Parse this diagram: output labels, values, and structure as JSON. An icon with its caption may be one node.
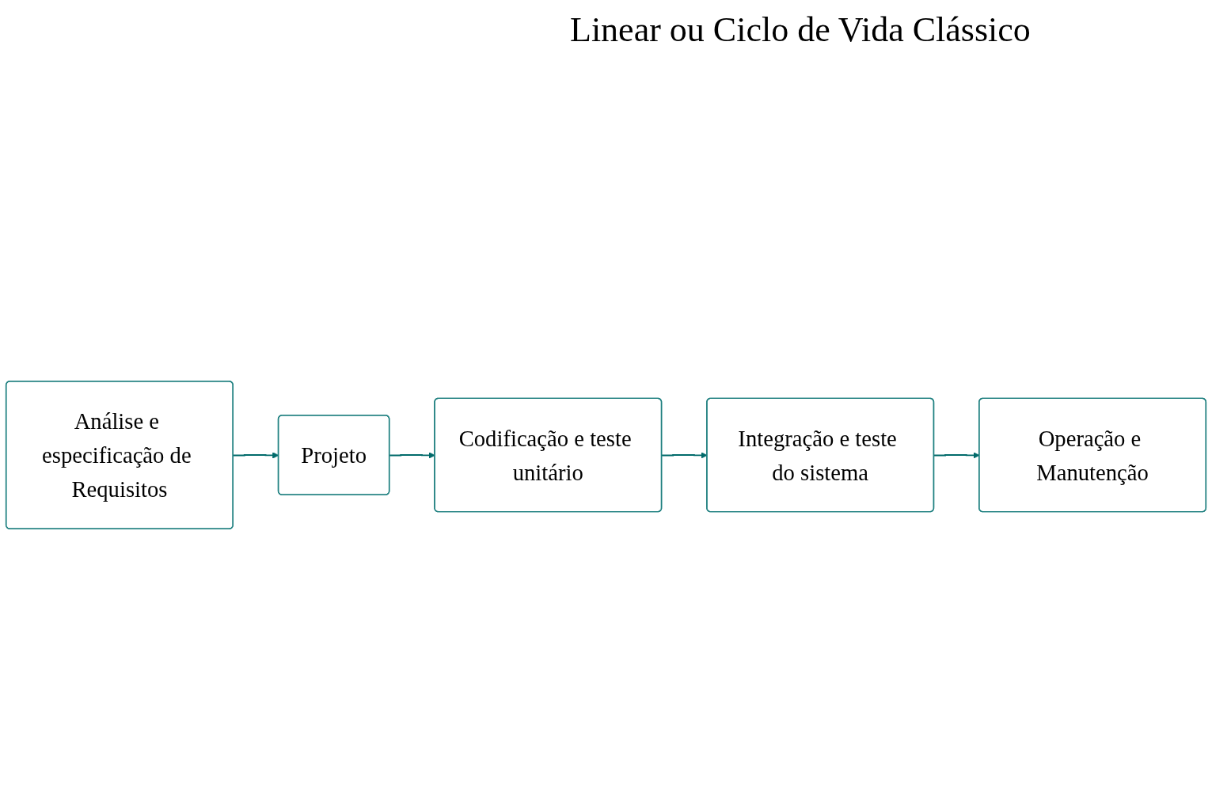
{
  "diagram": {
    "title": "Linear ou Ciclo de Vida Clássico",
    "nodes": [
      {
        "text": [
          "Análise e especificação de Requisitos"
        ]
      },
      {
        "text": [
          "Projeto"
        ]
      },
      {
        "text": [
          "Codificação e teste unitário"
        ]
      },
      {
        "text": [
          "Integração e teste do sistema"
        ]
      },
      {
        "text": [
          "Operação e Manutenção"
        ]
      }
    ],
    "edges": [
      {
        "from": 0,
        "to": 1,
        "arrow": "to"
      },
      {
        "from": 1,
        "to": 2,
        "arrow": "to"
      },
      {
        "from": 2,
        "to": 3,
        "arrow": "to"
      },
      {
        "from": 3,
        "to": 4,
        "arrow": "to"
      }
    ]
  }
}
